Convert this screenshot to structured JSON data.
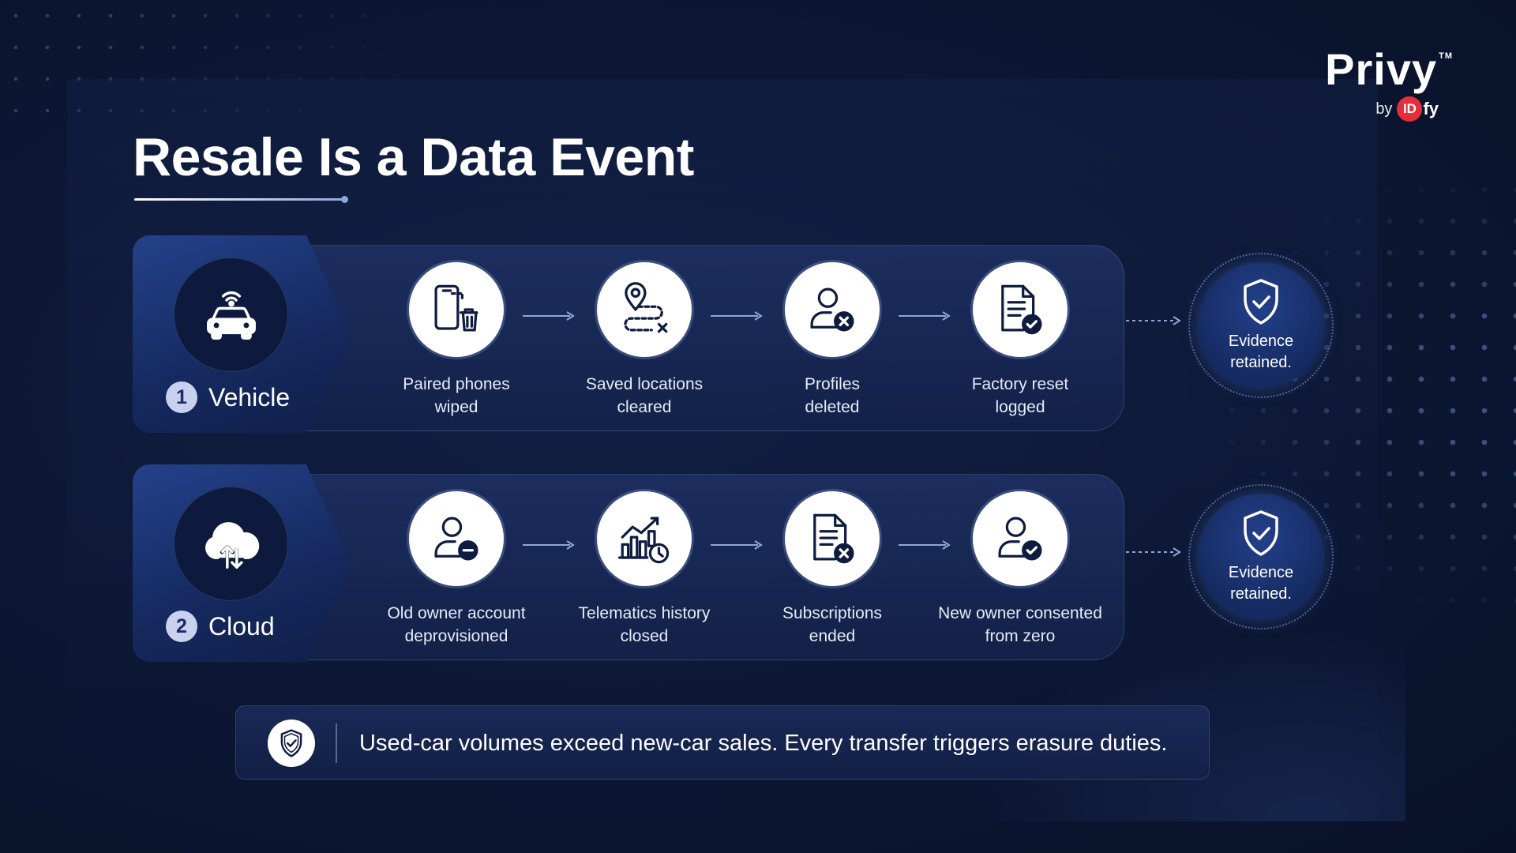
{
  "title": "Resale Is a Data Event",
  "logo": {
    "name": "Privy",
    "tm": "TM",
    "by": "by",
    "mark_id": "ID",
    "mark_fy": "fy"
  },
  "rows": [
    {
      "number": "1",
      "label": "Vehicle",
      "icon": "connected-car-icon",
      "steps": [
        {
          "icon": "phone-trash-icon",
          "label": "Paired phones\nwiped"
        },
        {
          "icon": "location-x-icon",
          "label": "Saved locations\ncleared"
        },
        {
          "icon": "user-x-icon",
          "label": "Profiles\ndeleted"
        },
        {
          "icon": "document-check-icon",
          "label": "Factory reset\nlogged"
        }
      ],
      "evidence": "Evidence\nretained."
    },
    {
      "number": "2",
      "label": "Cloud",
      "icon": "cloud-sync-icon",
      "steps": [
        {
          "icon": "user-minus-icon",
          "label": "Old owner account\ndeprovisioned"
        },
        {
          "icon": "chart-clock-icon",
          "label": "Telematics history\nclosed"
        },
        {
          "icon": "document-x-icon",
          "label": "Subscriptions\nended"
        },
        {
          "icon": "user-check-icon",
          "label": "New owner consented\nfrom zero"
        }
      ],
      "evidence": "Evidence\nretained."
    }
  ],
  "banner": {
    "icon": "shield-check-icon",
    "text": "Used-car volumes exceed new-car sales. Every transfer triggers erasure duties."
  },
  "colors": {
    "background": "#0b1530",
    "accent": "#24418a",
    "logo_red": "#e52d3b"
  }
}
